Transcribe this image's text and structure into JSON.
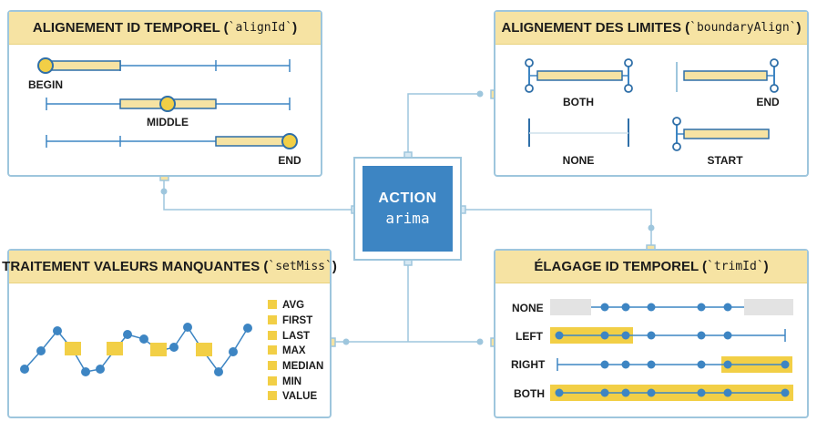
{
  "center": {
    "title": "ACTION",
    "subtitle": "arima"
  },
  "panels": {
    "align_id": {
      "title": "ALIGNEMENT ID TEMPOREL (",
      "code": "`alignId`",
      "close": ")",
      "rows": [
        "BEGIN",
        "MIDDLE",
        "END"
      ]
    },
    "boundary": {
      "title": "ALIGNEMENT DES LIMITES (",
      "code": "`boundaryAlign`",
      "close": ")",
      "items": [
        "BOTH",
        "END",
        "NONE",
        "START"
      ]
    },
    "missing": {
      "title": "TRAITEMENT VALEURS MANQUANTES (",
      "code": "`setMiss`",
      "close": ")",
      "legend": [
        "AVG",
        "FIRST",
        "LAST",
        "MAX",
        "MEDIAN",
        "MIN",
        "VALUE"
      ]
    },
    "trim": {
      "title": "ÉLAGAGE ID TEMPOREL (",
      "code": "`trimId`",
      "close": ")",
      "rows": [
        "NONE",
        "LEFT",
        "RIGHT",
        "BOTH"
      ]
    }
  },
  "colors": {
    "accent_blue": "#3d85c3",
    "highlight_yellow": "#f2cf46",
    "header_yellow": "#f6e3a3",
    "border_blue": "#9ec6dd",
    "gray": "#e0e0e0"
  }
}
